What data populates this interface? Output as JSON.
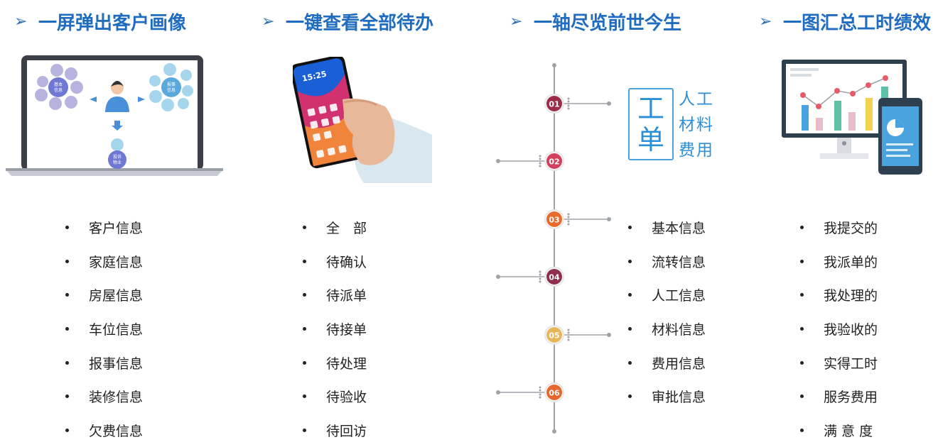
{
  "columns": [
    {
      "title": "一屏弹出客户画像",
      "items": [
        "客户信息",
        "家庭信息",
        "房屋信息",
        "车位信息",
        "报事信息",
        "装修信息",
        "欠费信息"
      ],
      "laptop_bubbles_left": [
        "基本",
        "信息"
      ],
      "laptop_bubbles_right": [
        "报事",
        "信息"
      ],
      "laptop_bubbles_bottom": [
        "投诉",
        "物业"
      ]
    },
    {
      "title": "一键查看全部待办",
      "items": [
        "全　部",
        "待确认",
        "待派单",
        "待接单",
        "待处理",
        "待验收",
        "待回访"
      ],
      "phone_time": "15:25"
    },
    {
      "title": "一轴尽览前世今生",
      "items": [
        "基本信息",
        "流转信息",
        "人工信息",
        "材料信息",
        "费用信息",
        "审批信息"
      ],
      "timeline_nodes": [
        "01",
        "02",
        "03",
        "04",
        "05",
        "06"
      ],
      "work_order_box": [
        "工",
        "单"
      ],
      "work_order_items": [
        "人工",
        "材料",
        "费用"
      ]
    },
    {
      "title": "一图汇总工时绩效",
      "items": [
        "我提交的",
        "我派单的",
        "我处理的",
        "我验收的",
        "实得工时",
        "服务费用",
        "满 意 度"
      ]
    }
  ],
  "colors": {
    "heading": "#1f6cc0",
    "node_01": "#9b2d4a",
    "node_02": "#d2405e",
    "node_03": "#e86a2e",
    "node_04": "#8e2f4d",
    "node_05": "#e6b65a",
    "node_06": "#e6672e"
  }
}
